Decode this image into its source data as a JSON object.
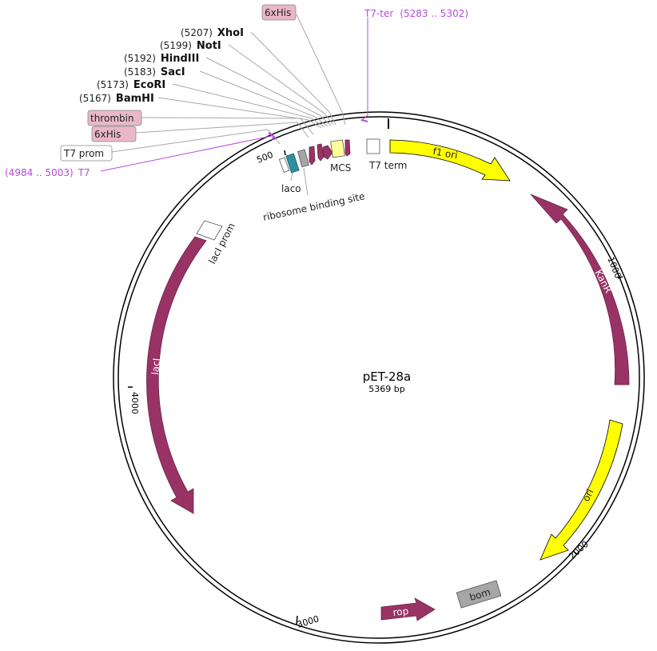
{
  "plasmid": {
    "name": "pET-28a",
    "length_label": "5369 bp",
    "length": 5369
  },
  "colors": {
    "magenta": "#993366",
    "yellow": "#ffff00",
    "gray": "#a6a6a6",
    "teal": "#2f8fa0",
    "callout_fill": "#e9b8c8",
    "purple_label": "#b64bd8",
    "light_yellow": "#ffff99"
  },
  "ticks": [
    {
      "label": "500"
    },
    {
      "label": "1000"
    },
    {
      "label": "2000"
    },
    {
      "label": "3000"
    },
    {
      "label": "4000"
    }
  ],
  "restriction_sites": [
    {
      "position": "(5207)",
      "name": "XhoI"
    },
    {
      "position": "(5199)",
      "name": "NotI"
    },
    {
      "position": "(5192)",
      "name": "HindIII"
    },
    {
      "position": "(5183)",
      "name": "SacI"
    },
    {
      "position": "(5173)",
      "name": "EcoRI"
    },
    {
      "position": "(5167)",
      "name": "BamHI"
    }
  ],
  "callouts": {
    "his_top": "6xHis",
    "thrombin": "thrombin",
    "his_left": "6xHis",
    "t7_prom": "T7 prom"
  },
  "primers": {
    "t7_ter": {
      "name": "T7-ter",
      "range": "(5283 .. 5302)"
    },
    "t7": {
      "name": "T7",
      "range": "(4984 .. 5003)"
    }
  },
  "features": {
    "f1_ori": "f1 ori",
    "kanr": "KanR",
    "ori": "ori",
    "bom": "bom",
    "rop": "rop",
    "laci": "lacI",
    "laci_prom": "lacI prom",
    "laco": "laco",
    "rbs": "ribosome binding site",
    "mcs": "MCS",
    "t7_term": "T7 term"
  }
}
